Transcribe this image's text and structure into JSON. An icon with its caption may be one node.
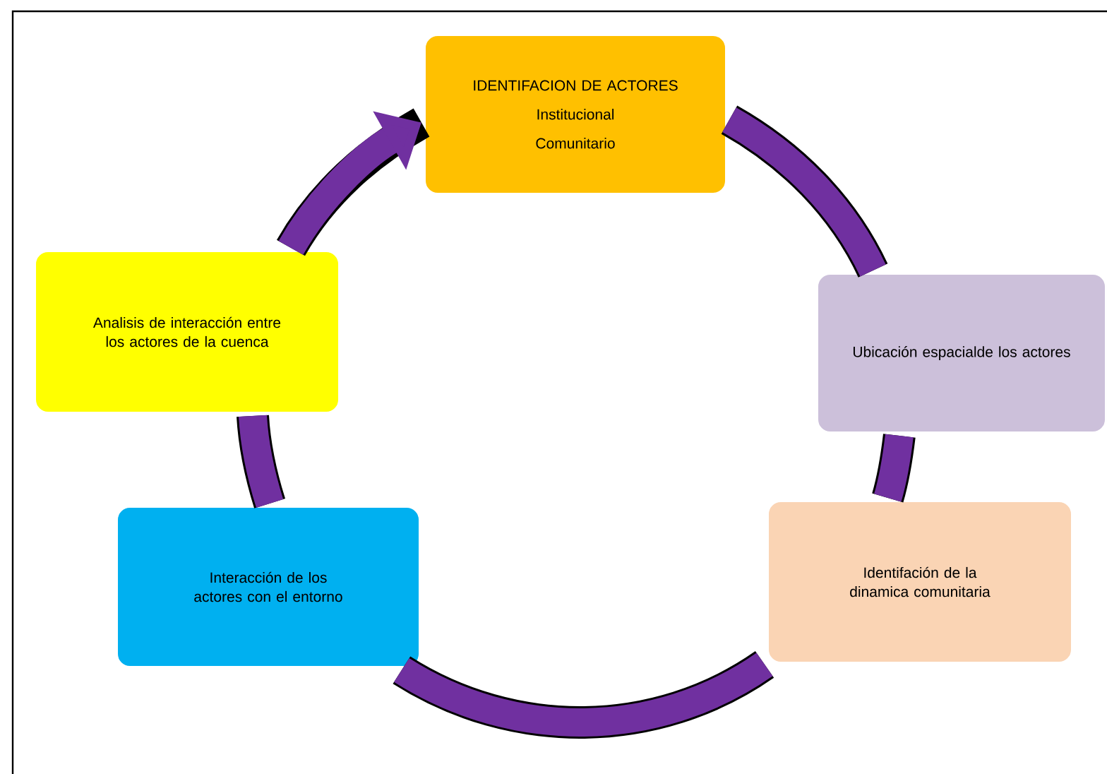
{
  "diagram": {
    "nodes": [
      {
        "text": [
          "IDENTIFACION DE ACTORES",
          "Institucional",
          "Comunitario"
        ]
      },
      {
        "text": [
          "Ubicación espacialde los actores"
        ]
      },
      {
        "text": [
          "Identifación de la dinamica comunitaria"
        ]
      },
      {
        "text": [
          "Interacción de los actores con el entorno"
        ]
      },
      {
        "text": [
          "Analisis de interacción entre los actores de la cuenca"
        ]
      }
    ],
    "edges": [
      {
        "from": 0,
        "to": 1,
        "arrow": "none"
      },
      {
        "from": 1,
        "to": 2,
        "arrow": "none"
      },
      {
        "from": 2,
        "to": 3,
        "arrow": "none"
      },
      {
        "from": 3,
        "to": 4,
        "arrow": "none"
      },
      {
        "from": 4,
        "to": 0,
        "arrow": "to"
      }
    ]
  }
}
